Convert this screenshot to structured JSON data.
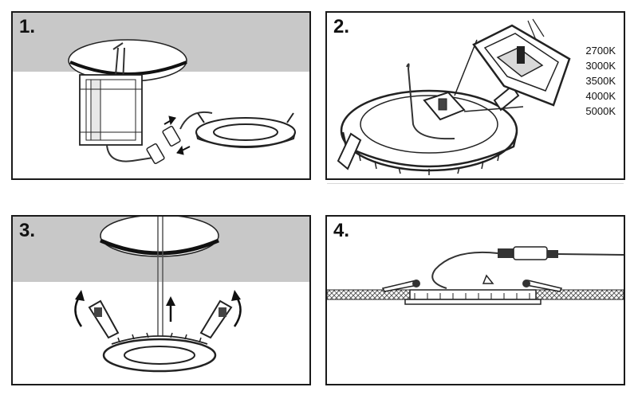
{
  "steps": [
    {
      "number": "1."
    },
    {
      "number": "2.",
      "color_temperatures": [
        "2700K",
        "3000K",
        "3500K",
        "4000K",
        "5000K"
      ]
    },
    {
      "number": "3."
    },
    {
      "number": "4."
    }
  ],
  "colors": {
    "ceiling": "#c8c8c8",
    "line": "#1a1a1a",
    "hatch": "#555555"
  }
}
